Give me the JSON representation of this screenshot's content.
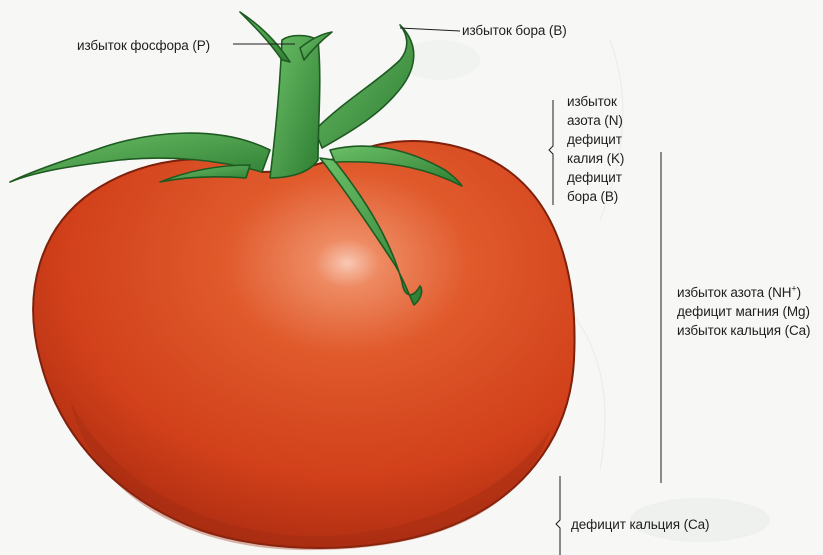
{
  "diagram": {
    "labels": {
      "phosphorus_excess": "избыток фосфора (P)",
      "boron_excess": "избыток бора (B)",
      "upper_group": [
        "избыток",
        "азота (N)",
        "дефицит",
        "калия (K)",
        "дефицит",
        "бора (B)"
      ],
      "middle_group": {
        "line1_prefix": "избыток азота  (NH",
        "line1_sup": "+",
        "line1_suffix": ")",
        "line2": "дефицит магния (Mg)",
        "line3": "избыток кальция (Ca)"
      },
      "calcium_deficit": "дефицит кальция (Ca)"
    },
    "colors": {
      "tomato_red": "#d8441c",
      "tomato_dark": "#a82a10",
      "leaf_green": "#3f9a42",
      "leaf_dark": "#1e5a22",
      "ink": "#1e1e1e",
      "background": "#f7f7f5"
    }
  }
}
